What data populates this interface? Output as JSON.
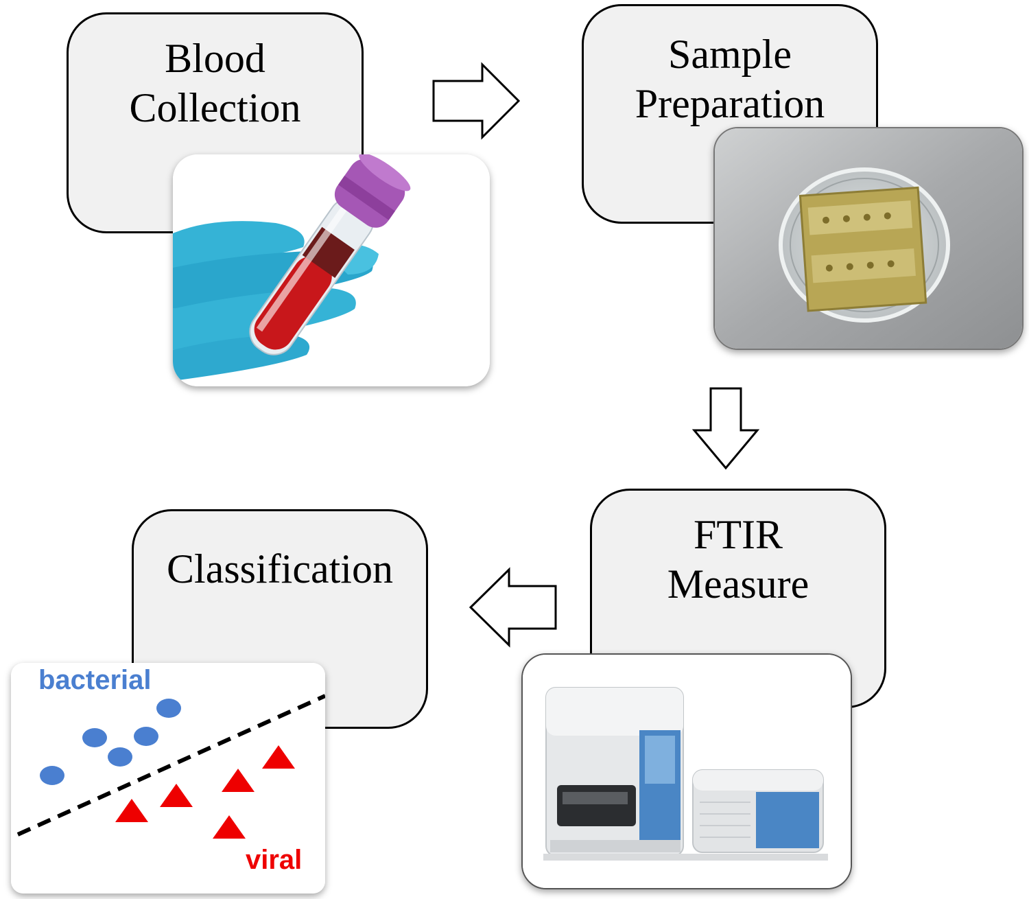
{
  "steps": {
    "blood_collection": {
      "line1": "Blood",
      "line2": "Collection"
    },
    "sample_preparation": {
      "line1": "Sample",
      "line2": "Preparation"
    },
    "ftir_measure": {
      "line1": "FTIR",
      "line2": "Measure"
    },
    "classification": {
      "line1": "Classification"
    }
  },
  "classification_plot": {
    "class_a_label": "bacterial",
    "class_b_label": "viral",
    "class_a_color": "#4a7fd0",
    "class_b_color": "#ee0000"
  },
  "colors": {
    "box_fill": "#f1f1f1",
    "box_border": "#000000",
    "glove": "#35b3d6",
    "tube_cap": "#a557b5",
    "blood": "#c8171b"
  }
}
